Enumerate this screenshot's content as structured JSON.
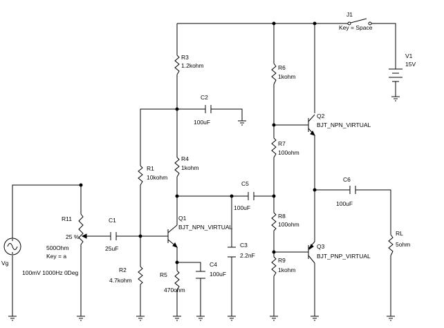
{
  "components": {
    "j1": {
      "ref": "J1",
      "key": "Key = Space"
    },
    "v1": {
      "ref": "V1",
      "value": "15V"
    },
    "r3": {
      "ref": "R3",
      "value": "1.2kohm"
    },
    "r6": {
      "ref": "R6",
      "value": "1kohm"
    },
    "c2": {
      "ref": "C2",
      "value": "100uF"
    },
    "q2": {
      "ref": "Q2",
      "model": "BJT_NPN_VIRTUAL"
    },
    "r7": {
      "ref": "R7",
      "value": "100ohm"
    },
    "r1": {
      "ref": "R1",
      "value": "10kohm"
    },
    "r4": {
      "ref": "R4",
      "value": "1kohm"
    },
    "c6": {
      "ref": "C6",
      "value": "100uF"
    },
    "c5": {
      "ref": "C5",
      "value": "100uF"
    },
    "r11": {
      "ref": "R11",
      "percent": "25 %",
      "value": "500Ohm",
      "key": "Key = a"
    },
    "c1": {
      "ref": "C1",
      "value": "25uF"
    },
    "q1": {
      "ref": "Q1",
      "model": "BJT_NPN_VIRTUAL"
    },
    "r8": {
      "ref": "R8",
      "value": "100ohm"
    },
    "rl": {
      "ref": "RL",
      "value": "5ohm"
    },
    "c3": {
      "ref": "C3",
      "value": "2.2nF"
    },
    "q3": {
      "ref": "Q3",
      "model": "BJT_PNP_VIRTUAL"
    },
    "vg": {
      "ref": "Vg",
      "value": "100mV 1000Hz 0Deg"
    },
    "r2": {
      "ref": "R2",
      "value": "4.7kohm"
    },
    "r5": {
      "ref": "R5",
      "value": "470ohm"
    },
    "c4": {
      "ref": "C4",
      "value": "100uF"
    },
    "r9": {
      "ref": "R9",
      "value": "1kohm"
    }
  }
}
